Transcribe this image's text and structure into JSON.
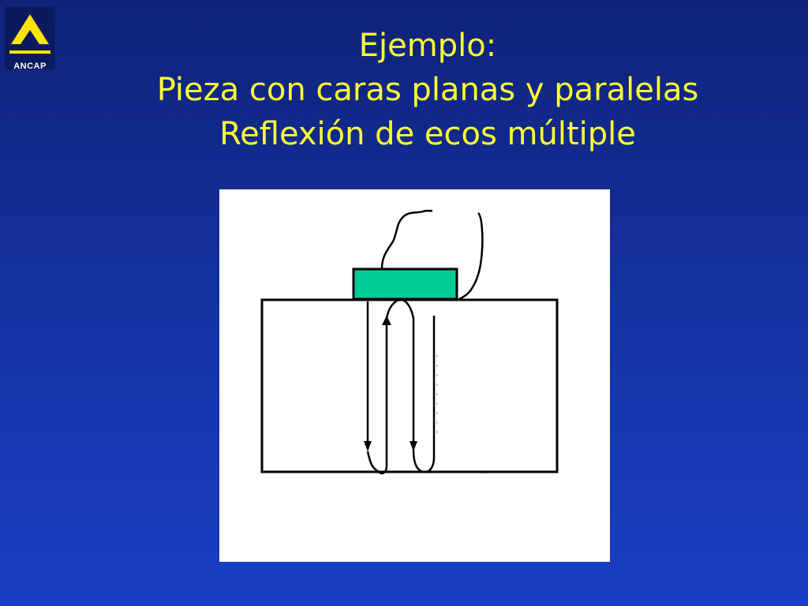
{
  "logo": {
    "text": "ANCAP",
    "icon": "triangle-logo-icon"
  },
  "title": {
    "line1": "Ejemplo:",
    "line2": "Pieza con caras planas y paralelas",
    "line3": "Reflexión de ecos múltiple"
  },
  "diagram": {
    "transducer_color": "#00cc99",
    "part_color": "#ffffff",
    "line_color": "#000000"
  },
  "colors": {
    "title": "#ffff33",
    "background_top": "#0f2378",
    "background_bottom": "#1a3fc4"
  }
}
